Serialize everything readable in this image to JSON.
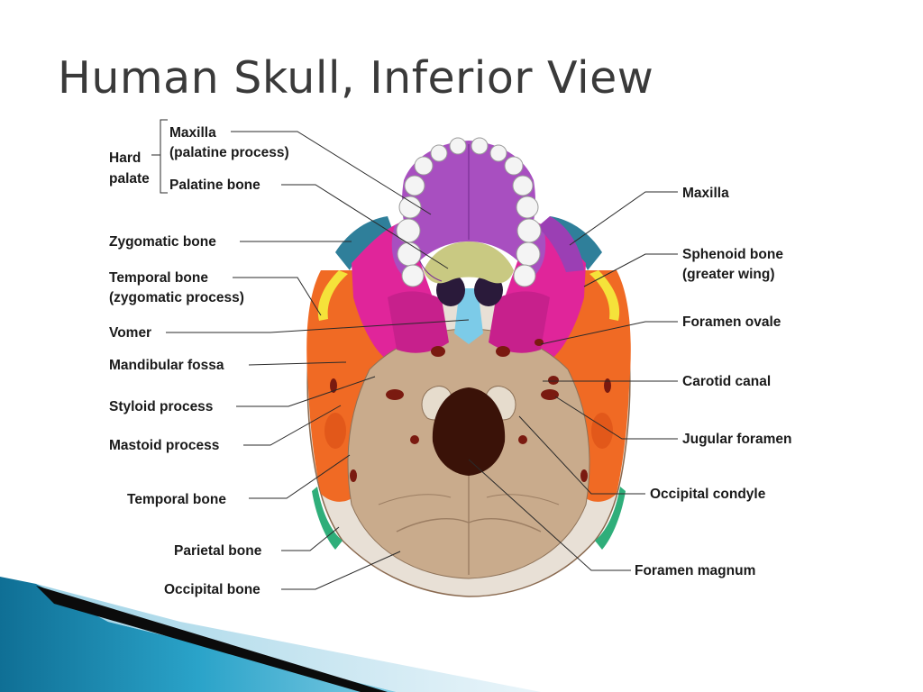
{
  "slide": {
    "title": "Human Skull, Inferior View"
  },
  "group_label": {
    "line1": "Hard",
    "line2": "palate"
  },
  "labels": {
    "left": [
      {
        "id": "maxilla-palatine",
        "lines": [
          "Maxilla",
          "(palatine process)"
        ]
      },
      {
        "id": "palatine-bone",
        "lines": [
          "Palatine bone"
        ]
      },
      {
        "id": "zygomatic-bone",
        "lines": [
          "Zygomatic bone"
        ]
      },
      {
        "id": "temporal-zygomatic",
        "lines": [
          "Temporal bone",
          "(zygomatic process)"
        ]
      },
      {
        "id": "vomer",
        "lines": [
          "Vomer"
        ]
      },
      {
        "id": "mandibular-fossa",
        "lines": [
          "Mandibular fossa"
        ]
      },
      {
        "id": "styloid-process",
        "lines": [
          "Styloid process"
        ]
      },
      {
        "id": "mastoid-process",
        "lines": [
          "Mastoid process"
        ]
      },
      {
        "id": "temporal-bone",
        "lines": [
          "Temporal bone"
        ]
      },
      {
        "id": "parietal-bone",
        "lines": [
          "Parietal bone"
        ]
      },
      {
        "id": "occipital-bone",
        "lines": [
          "Occipital bone"
        ]
      }
    ],
    "right": [
      {
        "id": "maxilla",
        "lines": [
          "Maxilla"
        ]
      },
      {
        "id": "sphenoid-greater-wing",
        "lines": [
          "Sphenoid bone",
          "(greater wing)"
        ]
      },
      {
        "id": "foramen-ovale",
        "lines": [
          "Foramen ovale"
        ]
      },
      {
        "id": "carotid-canal",
        "lines": [
          "Carotid canal"
        ]
      },
      {
        "id": "jugular-foramen",
        "lines": [
          "Jugular foramen"
        ]
      },
      {
        "id": "occipital-condyle",
        "lines": [
          "Occipital condyle"
        ]
      },
      {
        "id": "foramen-magnum",
        "lines": [
          "Foramen magnum"
        ]
      }
    ]
  },
  "colors": {
    "maxilla": "#a84fc0",
    "palatine": "#c9c982",
    "sphenoid": "#e0259a",
    "vomer": "#7ccbe8",
    "zygomatic": "#2f7f9a",
    "temporal": "#f06a24",
    "occipital": "#c9ab8c",
    "parietal": "#2fae7a",
    "foramen": "#3a1208",
    "tooth": "#f4f4f4",
    "accent_band": "#1d8fb8"
  }
}
